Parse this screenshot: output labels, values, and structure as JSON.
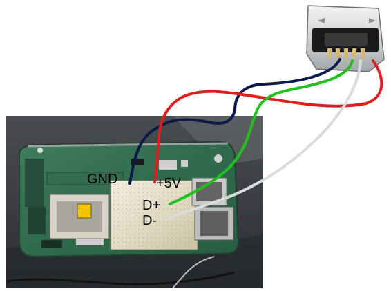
{
  "labels": {
    "gnd": "GND",
    "vcc": "+5V",
    "dplus": "D+",
    "dminus": "D-"
  },
  "colors": {
    "gnd_wire": "#0b1a4a",
    "vcc_wire": "#e11d1d",
    "dplus_wire": "#22c01e",
    "dminus_wire": "#d9ddd9",
    "pcb": "#2e6a4a",
    "background_photo": "#3b3f44"
  },
  "icons": {
    "connector": "micro-usb-connector",
    "board": "phone-pcb"
  }
}
